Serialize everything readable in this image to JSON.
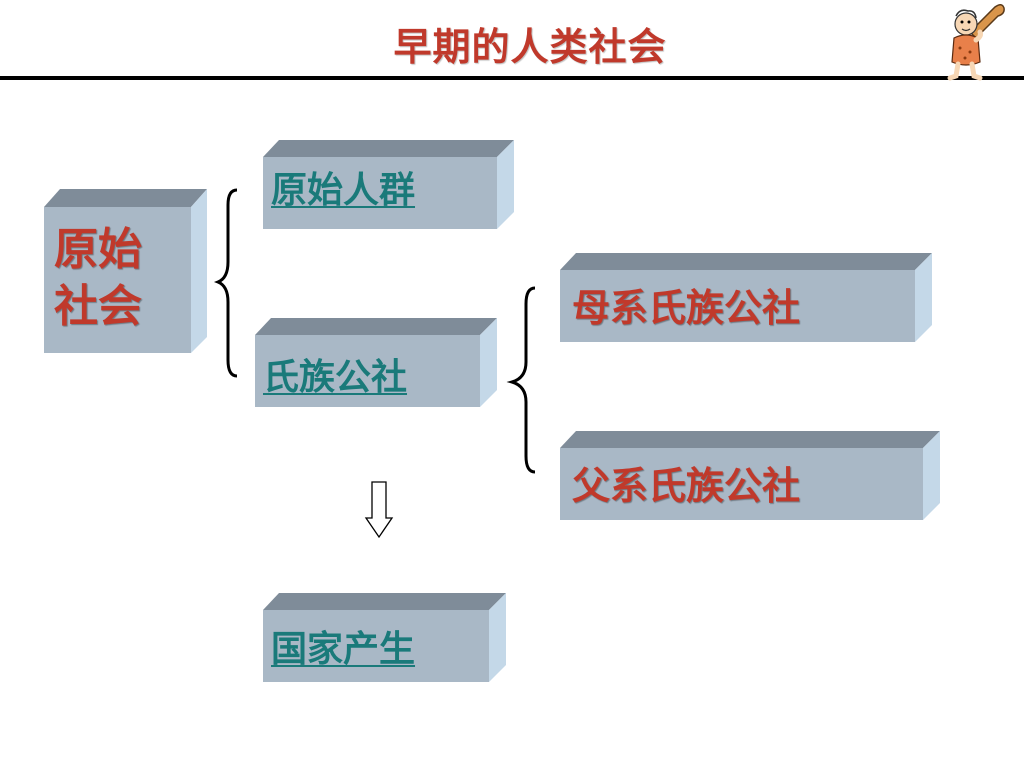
{
  "slide": {
    "title": "早期的人类社会"
  },
  "nodes": {
    "root": "原始社会",
    "primitive_group": "原始人群",
    "clan_commune": "氏族公社",
    "matrilineal": "母系氏族公社",
    "patrilineal": "父系氏族公社",
    "state_emerges": "国家产生"
  },
  "colors": {
    "box_front": "#a9b8c6",
    "box_top": "#7f8c99",
    "box_side": "#c4d8e8",
    "title": "#c0392b",
    "link_text": "#1a7a7a",
    "red_text": "#c0392b"
  },
  "icons": {
    "mascot": "caveman-with-club-icon",
    "arrow": "down-arrow-icon"
  }
}
